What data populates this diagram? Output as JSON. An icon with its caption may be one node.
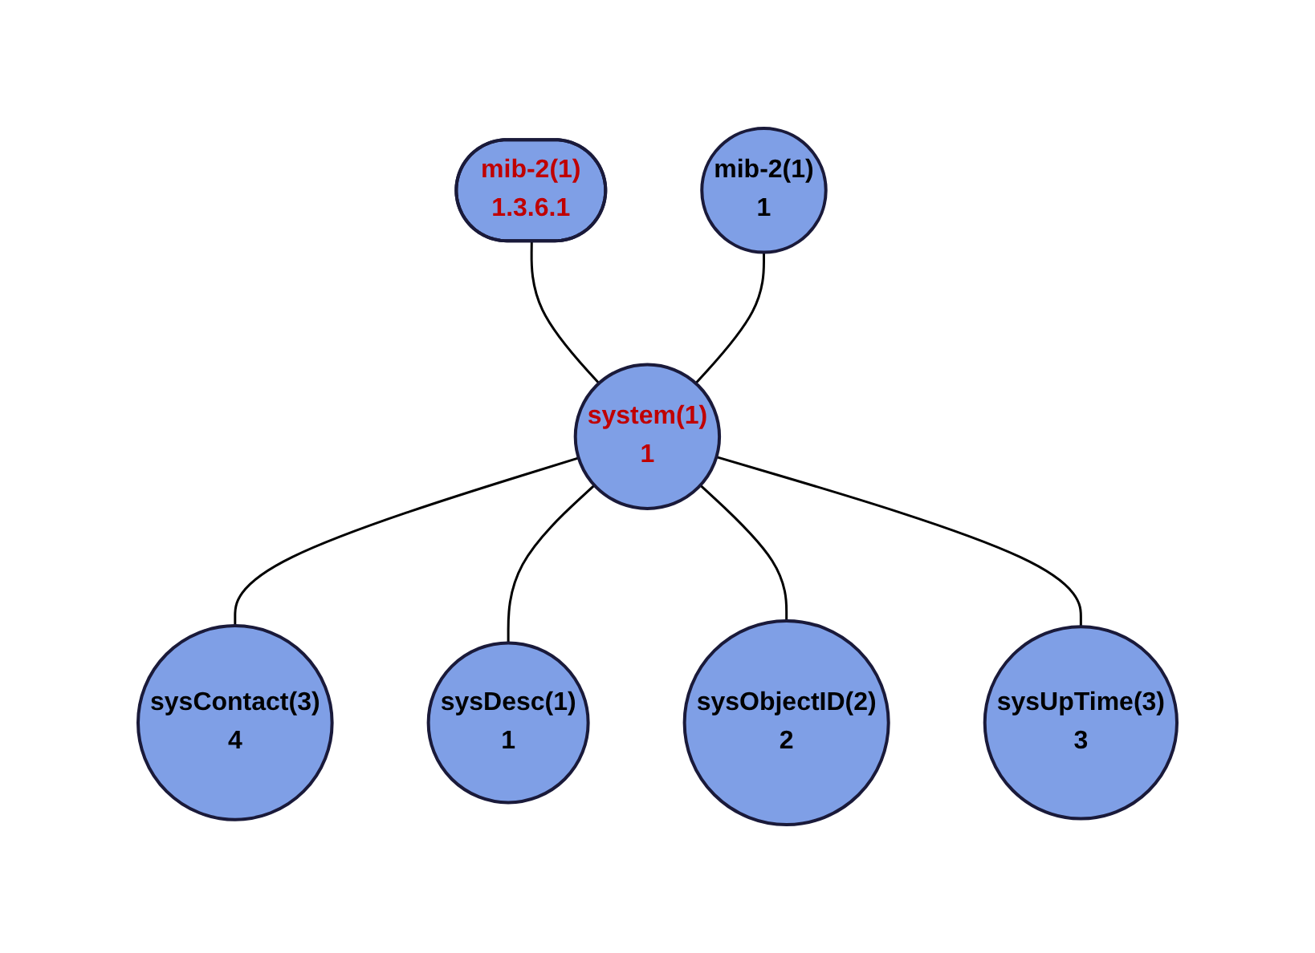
{
  "diagram": {
    "nodes": [
      {
        "text": [
          "mib-2(1)",
          "1.3.6.1"
        ]
      },
      {
        "text": [
          "mib-2(1)",
          "1"
        ]
      },
      {
        "text": [
          "system(1)",
          "1"
        ]
      },
      {
        "text": [
          "sysContact(3)",
          "4"
        ]
      },
      {
        "text": [
          "sysDesc(1)",
          "1"
        ]
      },
      {
        "text": [
          "sysObjectID(2)",
          "2"
        ]
      },
      {
        "text": [
          "sysUpTime(3)",
          "3"
        ]
      }
    ],
    "edges": [
      {
        "from": 0,
        "to": 2,
        "arrow": "none"
      },
      {
        "from": 1,
        "to": 2,
        "arrow": "none"
      },
      {
        "from": 2,
        "to": 3,
        "arrow": "none"
      },
      {
        "from": 2,
        "to": 4,
        "arrow": "none"
      },
      {
        "from": 2,
        "to": 5,
        "arrow": "none"
      },
      {
        "from": 2,
        "to": 6,
        "arrow": "none"
      }
    ]
  }
}
